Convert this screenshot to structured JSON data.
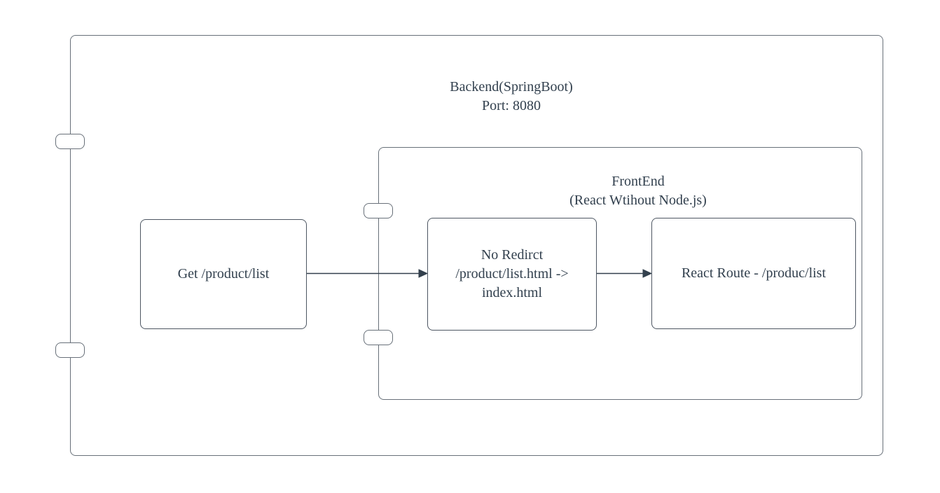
{
  "diagram": {
    "backend_container": {
      "label": "Backend(SpringBoot)\nPort: 8080"
    },
    "frontend_container": {
      "label": "FrontEnd\n(React Wtihout Node.js)"
    },
    "nodes": [
      {
        "id": "get-product-list",
        "label": "Get /product/list"
      },
      {
        "id": "no-redirect",
        "label": "No Redirct\n/product/list.html ->\nindex.html"
      },
      {
        "id": "react-route",
        "label": "React Route - /produc/list"
      }
    ],
    "edges": [
      {
        "from": "get-product-list",
        "to": "no-redirect"
      },
      {
        "from": "no-redirect",
        "to": "react-route"
      }
    ],
    "colors": {
      "background": "#ffffff",
      "text": "#32404e",
      "container_border": "#687079",
      "node_border": "#4d5662",
      "arrow": "#33404d"
    }
  }
}
